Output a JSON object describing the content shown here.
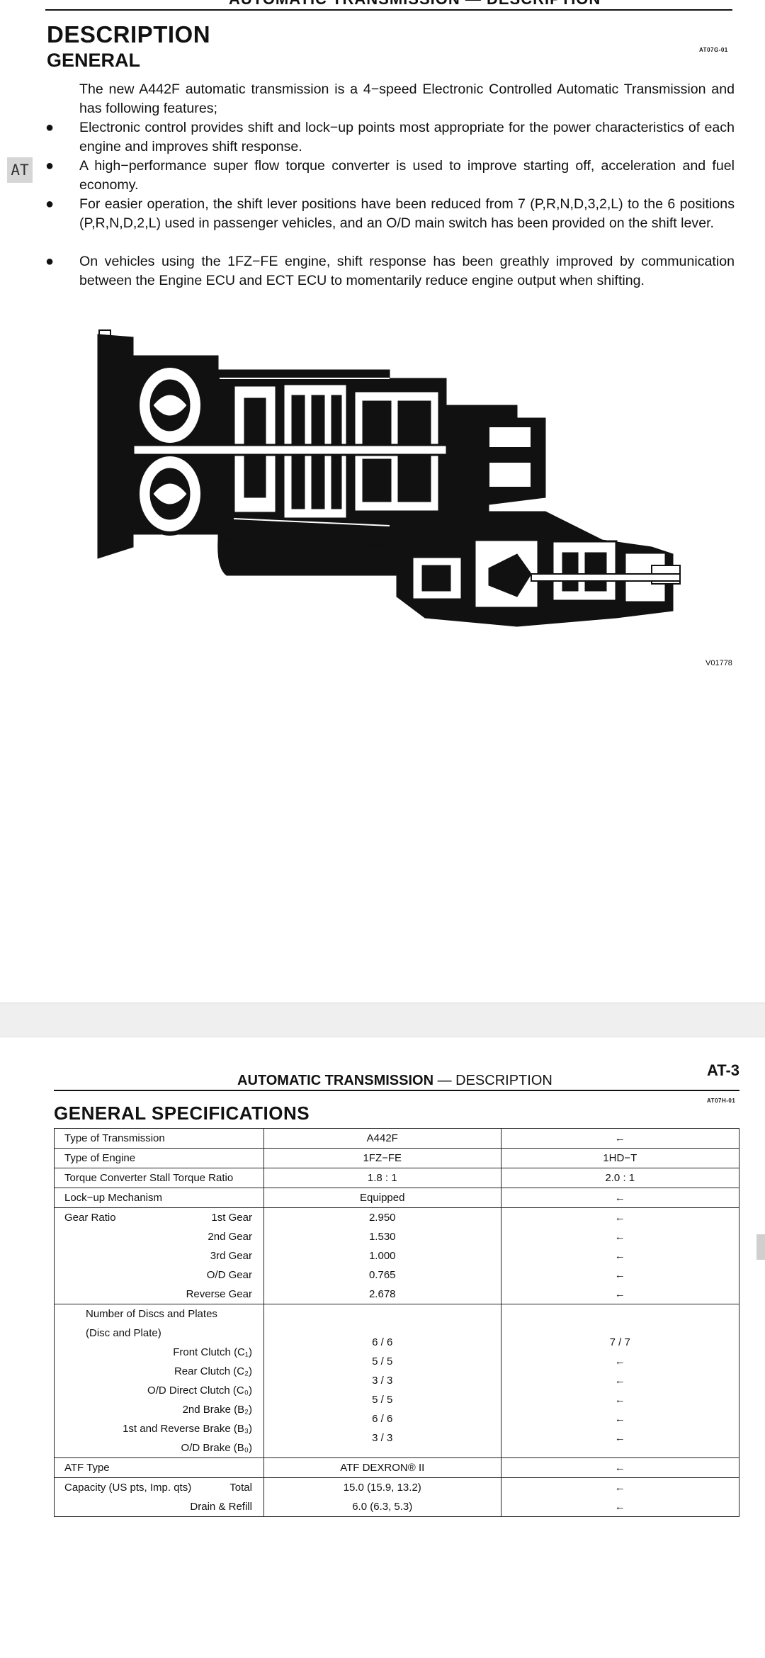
{
  "page1": {
    "running_header": "AUTOMATIC TRANSMISSION — DESCRIPTION",
    "heading": "DESCRIPTION",
    "subheading": "GENERAL",
    "code": "AT07G-01",
    "side_tab": "AT",
    "intro": "The new A442F automatic transmission is a 4−speed Electronic Controlled Automatic Transmission and has following features;",
    "bullets": [
      "Electronic control provides shift and lock−up points most appropriate for the power characteristics of each engine and improves shift response.",
      "A high−performance super flow torque converter is used to improve starting off, acceleration and fuel economy.",
      "For easier operation, the shift lever positions have been reduced from 7 (P,R,N,D,3,2,L) to the 6 positions (P,R,N,D,2,L) used in passenger vehicles, and an O/D main switch has been provided on the shift lever.",
      "On vehicles using the 1FZ−FE engine, shift response has been greathly improved by communication between the Engine ECU and ECT ECU to momentarily reduce engine output when shifting."
    ],
    "bullet_symbol": "●",
    "figure_code": "V01778"
  },
  "page2": {
    "header_bold": "AUTOMATIC TRANSMISSION",
    "header_rest": " — DESCRIPTION",
    "page_no": "AT-3",
    "code": "AT07H-01",
    "heading": "GENERAL SPECIFICATIONS",
    "table": {
      "type_trans": {
        "label": "Type of Transmission",
        "v1": "A442F",
        "v2": "←"
      },
      "type_engine": {
        "label": "Type of Engine",
        "v1": "1FZ−FE",
        "v2": "1HD−T"
      },
      "stall": {
        "label": "Torque Converter Stall Torque Ratio",
        "v1": "1.8 : 1",
        "v2": "2.0 : 1"
      },
      "lockup": {
        "label": "Lock−up Mechanism",
        "v1": "Equipped",
        "v2": "←"
      },
      "gear_ratio_label": "Gear Ratio",
      "gears": [
        {
          "label": "1st Gear",
          "v1": "2.950",
          "v2": "←"
        },
        {
          "label": "2nd Gear",
          "v1": "1.530",
          "v2": "←"
        },
        {
          "label": "3rd Gear",
          "v1": "1.000",
          "v2": "←"
        },
        {
          "label": "O/D Gear",
          "v1": "0.765",
          "v2": "←"
        },
        {
          "label": "Reverse Gear",
          "v1": "2.678",
          "v2": "←"
        }
      ],
      "discs_label_1": "Number of Discs and Plates",
      "discs_label_2": "(Disc and Plate)",
      "discs": [
        {
          "label": "Front Clutch (C₁)",
          "v1": "6 / 6",
          "v2": "7 / 7"
        },
        {
          "label": "Rear Clutch (C₂)",
          "v1": "5 / 5",
          "v2": "←"
        },
        {
          "label": "O/D Direct Clutch (C₀)",
          "v1": "3 / 3",
          "v2": "←"
        },
        {
          "label": "2nd Brake (B₂)",
          "v1": "5 / 5",
          "v2": "←"
        },
        {
          "label": "1st and Reverse Brake (B₃)",
          "v1": "6 / 6",
          "v2": "←"
        },
        {
          "label": "O/D Brake (B₀)",
          "v1": "3 / 3",
          "v2": "←"
        }
      ],
      "atf": {
        "label": "ATF Type",
        "v1": "ATF DEXRON® II",
        "v2": "←"
      },
      "capacity_label": "Capacity (US pts, Imp. qts)",
      "capacity": [
        {
          "label": "Total",
          "v1": "15.0 (15.9, 13.2)",
          "v2": "←"
        },
        {
          "label": "Drain & Refill",
          "v1": "6.0 (6.3, 5.3)",
          "v2": "←"
        }
      ]
    }
  }
}
